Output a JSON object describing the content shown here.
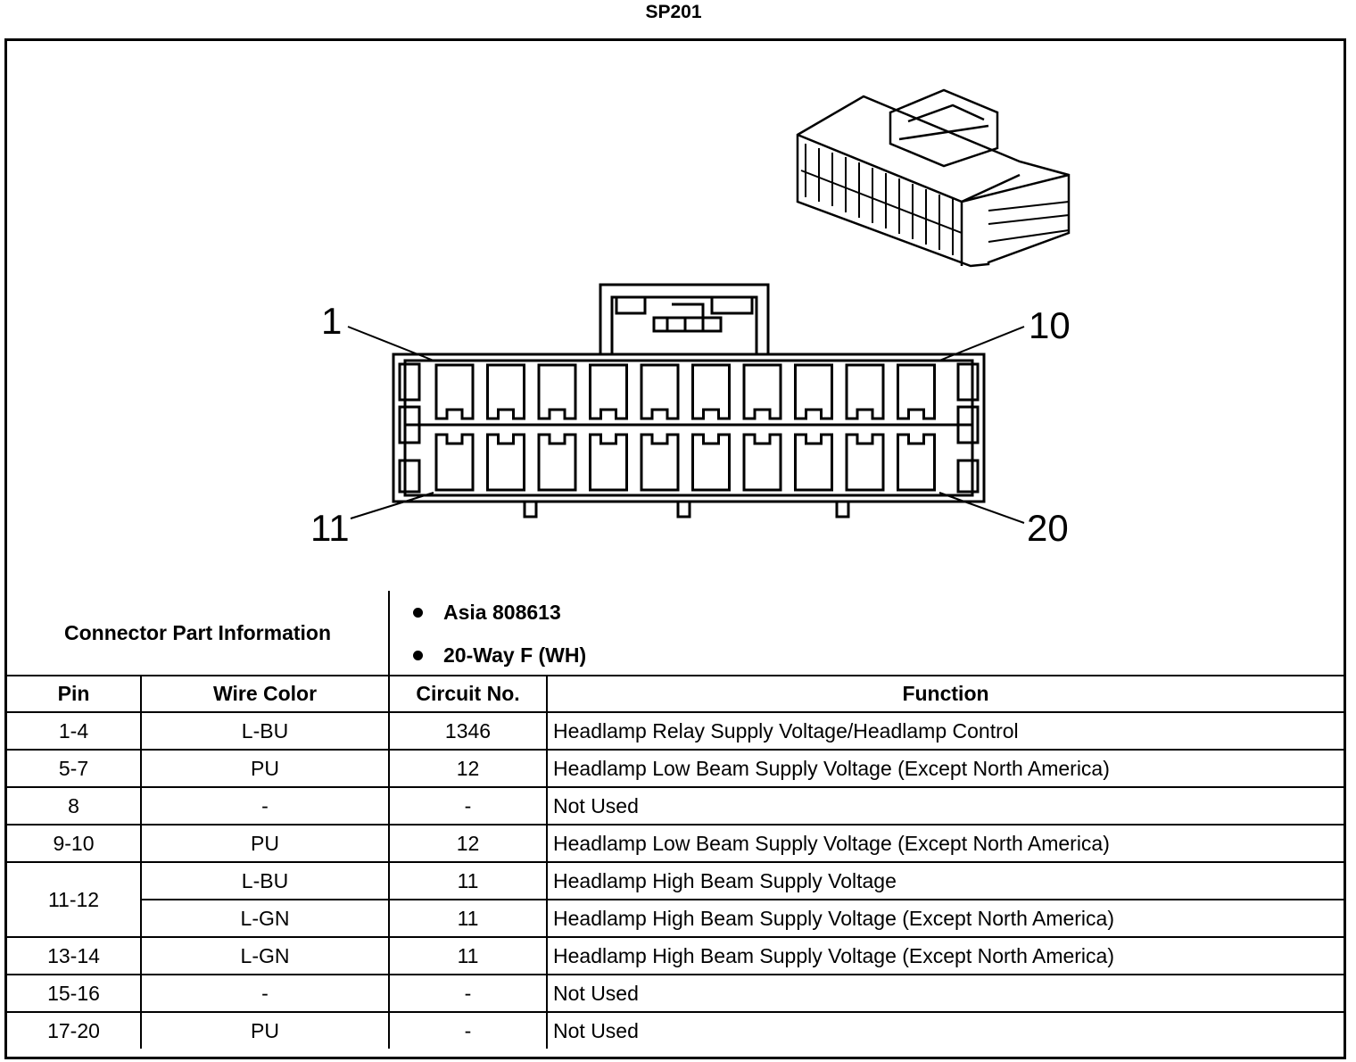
{
  "title": "SP201",
  "pin_labels": {
    "top_left": "1",
    "top_right": "10",
    "bottom_left": "11",
    "bottom_right": "20"
  },
  "connector_info": {
    "label": "Connector Part Information",
    "items": [
      "Asia 808613",
      "20-Way F (WH)"
    ]
  },
  "columns": [
    "Pin",
    "Wire Color",
    "Circuit No.",
    "Function"
  ],
  "rows": [
    {
      "pin": "1-4",
      "wire": "L-BU",
      "circuit": "1346",
      "function": "Headlamp Relay Supply Voltage/Headlamp Control"
    },
    {
      "pin": "5-7",
      "wire": "PU",
      "circuit": "12",
      "function": "Headlamp Low Beam Supply Voltage (Except North America)"
    },
    {
      "pin": "8",
      "wire": "-",
      "circuit": "-",
      "function": "Not Used"
    },
    {
      "pin": "9-10",
      "wire": "PU",
      "circuit": "12",
      "function": "Headlamp Low Beam Supply Voltage (Except North America)"
    },
    {
      "pin": "11-12",
      "wire": "L-BU",
      "circuit": "11",
      "function": "Headlamp High Beam Supply Voltage"
    },
    {
      "pin": "",
      "wire": "L-GN",
      "circuit": "11",
      "function": "Headlamp High Beam Supply Voltage (Except North America)"
    },
    {
      "pin": "13-14",
      "wire": "L-GN",
      "circuit": "11",
      "function": "Headlamp High Beam Supply Voltage (Except North America)"
    },
    {
      "pin": "15-16",
      "wire": "-",
      "circuit": "-",
      "function": "Not Used"
    },
    {
      "pin": "17-20",
      "wire": "PU",
      "circuit": "-",
      "function": "Not Used"
    }
  ]
}
